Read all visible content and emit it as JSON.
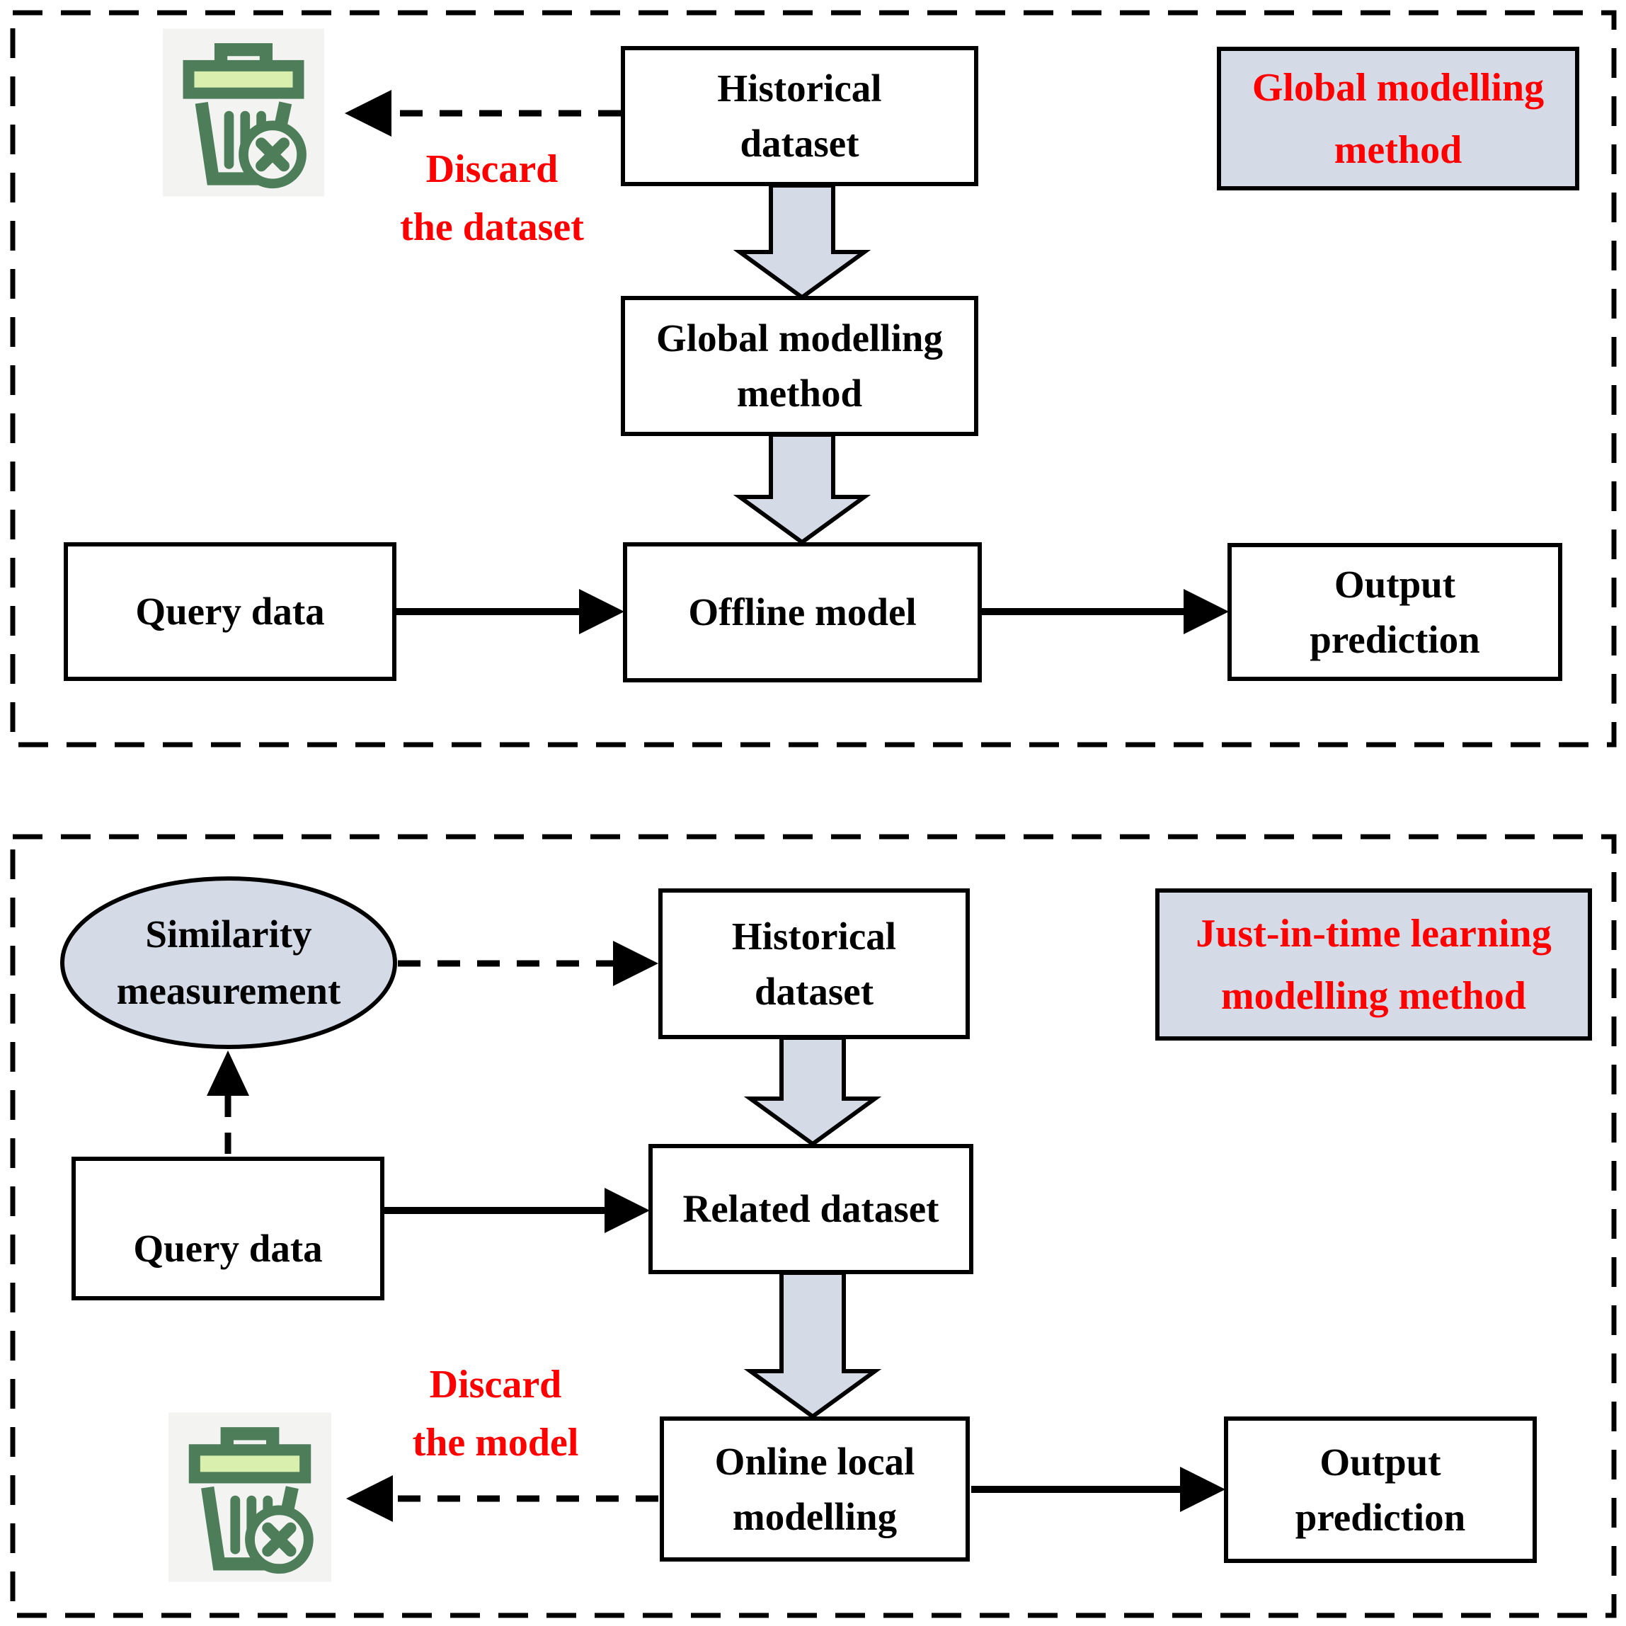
{
  "diagram": {
    "top_panel": {
      "method_label": {
        "line1": "Global modelling",
        "line2": "method"
      },
      "discard_note": {
        "line1": "Discard",
        "line2": "the dataset"
      },
      "nodes": {
        "historical": {
          "line1": "Historical",
          "line2": "dataset"
        },
        "global_method": {
          "line1": "Global modelling",
          "line2": "method"
        },
        "query": {
          "line1": "Query data"
        },
        "offline": {
          "line1": "Offline model"
        },
        "output": {
          "line1": "Output",
          "line2": "prediction"
        }
      }
    },
    "bottom_panel": {
      "method_label": {
        "line1": "Just-in-time learning",
        "line2": "modelling method"
      },
      "discard_note": {
        "line1": "Discard",
        "line2": "the model"
      },
      "nodes": {
        "similarity": {
          "line1": "Similarity",
          "line2": "measurement"
        },
        "historical": {
          "line1": "Historical",
          "line2": "dataset"
        },
        "related": {
          "line1": "Related dataset"
        },
        "query": {
          "line1": "Query data"
        },
        "online": {
          "line1": "Online local",
          "line2": "modelling"
        },
        "output": {
          "line1": "Output",
          "line2": "prediction"
        }
      }
    },
    "icons": {
      "discard_icon": "trash-delete-icon"
    },
    "colors": {
      "accent_fill": "#d4dbe7",
      "red_text": "#ff0000",
      "icon_green": "#4e7d59",
      "icon_light_green": "#d9efad",
      "icon_bg": "#f3f4f2",
      "line": "#000000"
    }
  }
}
